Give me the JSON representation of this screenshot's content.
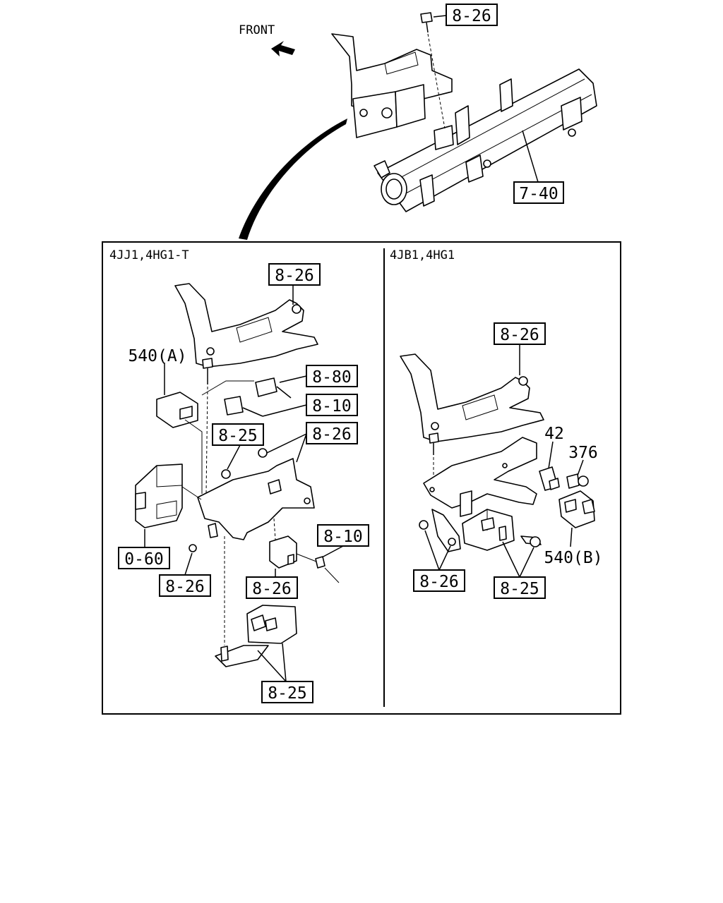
{
  "direction": {
    "label": "FRONT"
  },
  "top_assembly": {
    "callouts": [
      "8-26",
      "7-40"
    ]
  },
  "panel_left": {
    "title": "4JJ1,4HG1-T",
    "callouts": [
      "8-26",
      "540(A)",
      "8-80",
      "8-10",
      "8-25",
      "8-26",
      "0-60",
      "8-26",
      "8-10",
      "8-26",
      "8-25"
    ]
  },
  "panel_right": {
    "title": "4JB1,4HG1",
    "callouts": [
      "8-26",
      "42",
      "376",
      "540(B)",
      "8-26",
      "8-25"
    ]
  }
}
